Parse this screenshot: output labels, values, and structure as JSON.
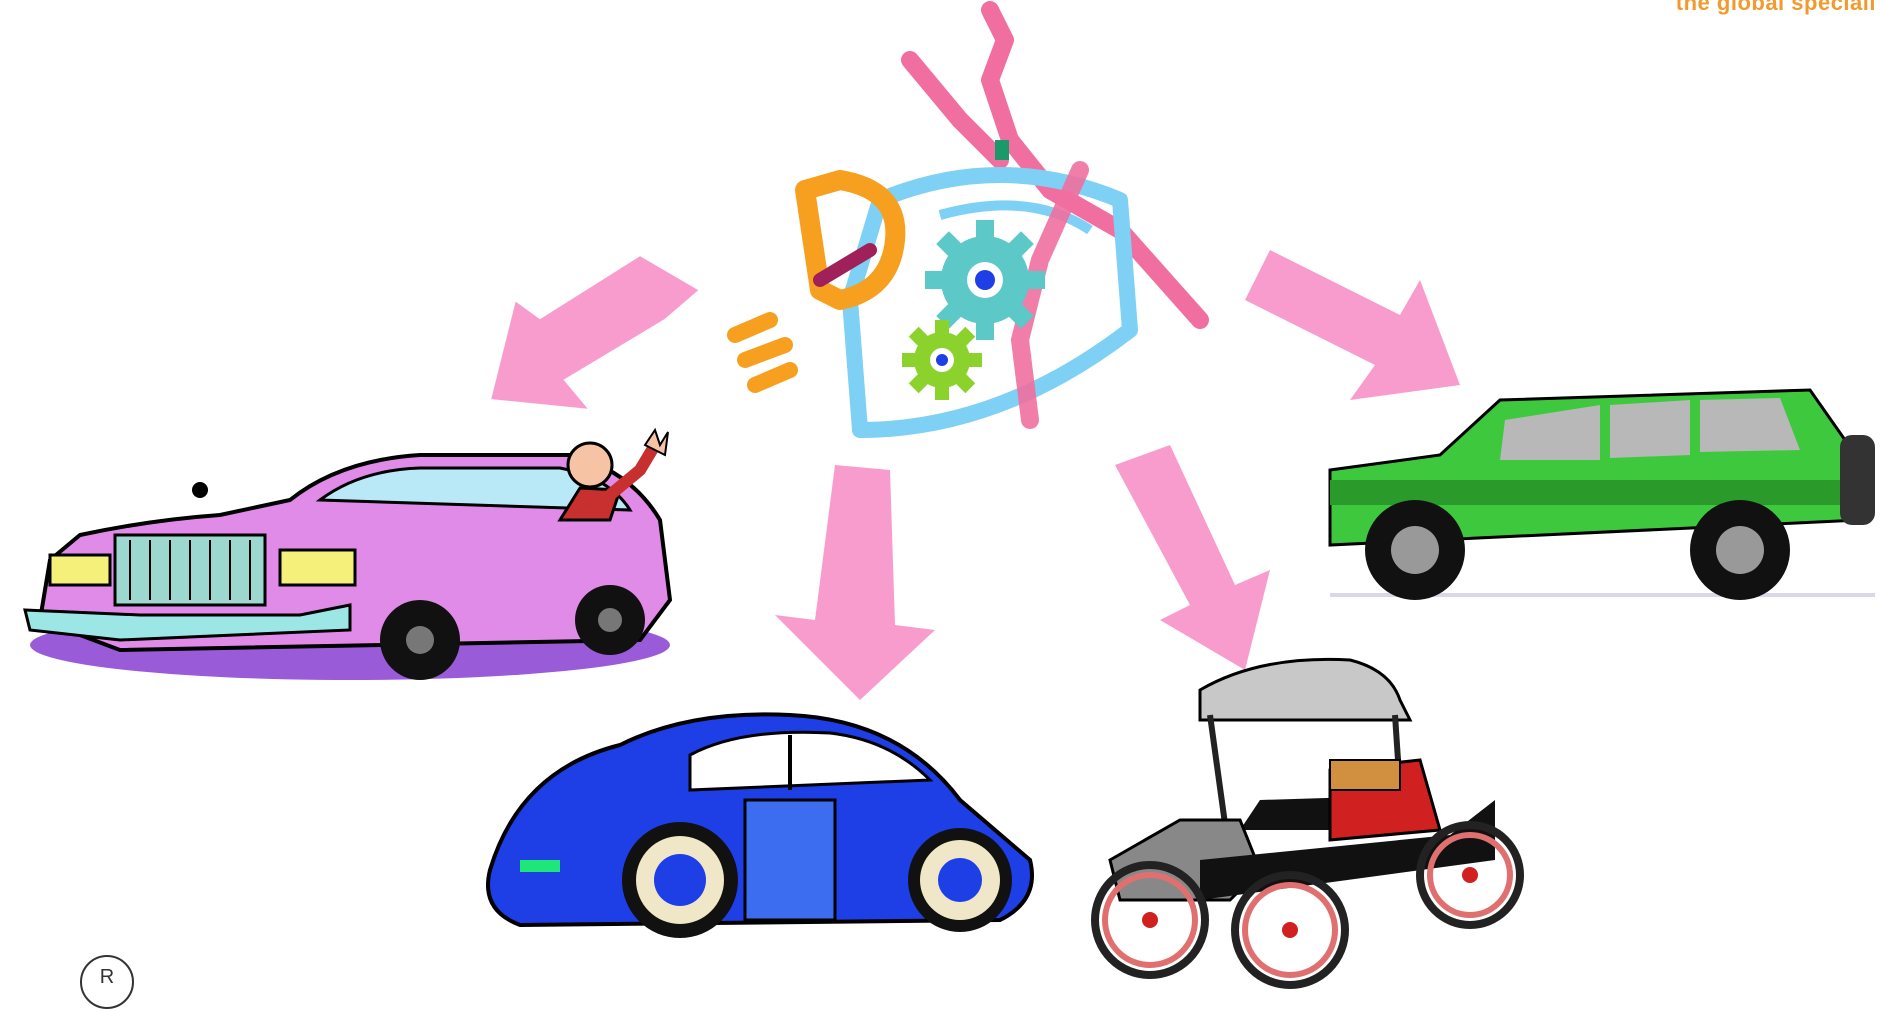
{
  "header": {
    "tagline": "the global speciali"
  },
  "logo": {
    "icon": "eye-gears-logo-icon",
    "letters": "DX"
  },
  "footer": {
    "registered_mark": "R"
  },
  "colors": {
    "arrow": "#f79ccc",
    "logo_orange": "#f7a020",
    "logo_blue": "#7fd0f5",
    "logo_pink": "#f06fa0",
    "gear_teal": "#5cc8c8",
    "gear_green": "#8cd22c",
    "car_pink": "#e08be8",
    "car_blue": "#1e3ee6",
    "suv_green": "#3ec83e",
    "antique_red": "#d02020"
  }
}
